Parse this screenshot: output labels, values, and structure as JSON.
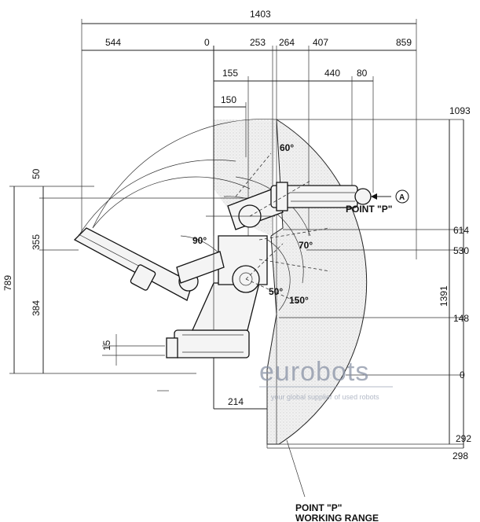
{
  "dimensions": {
    "top": {
      "overall": "1403",
      "left": "544",
      "zero": "0",
      "d253": "253",
      "d264": "264",
      "d407": "407",
      "d859": "859",
      "d155": "155",
      "d150": "150",
      "d440": "440",
      "d80": "80"
    },
    "right": {
      "d1093": "1093",
      "d614": "614",
      "d530": "530",
      "d148": "148",
      "zero": "0",
      "d1391": "1391",
      "d292": "292",
      "d298": "298"
    },
    "left": {
      "d50": "50",
      "d355": "355",
      "d789": "789",
      "d384": "384",
      "d15": "15"
    },
    "bottom": {
      "d214": "214"
    }
  },
  "angles": {
    "a60": "60°",
    "a90": "90°",
    "a70": "70°",
    "a50": "50°",
    "a150": "150°"
  },
  "labels": {
    "point_p": "POINT \"P\"",
    "marker_a": "A",
    "range_line1": "POINT \"P\"",
    "range_line2": "WORKING RANGE"
  },
  "watermark": {
    "brand": "eurobots",
    "tagline": "your global supplier of used robots"
  }
}
